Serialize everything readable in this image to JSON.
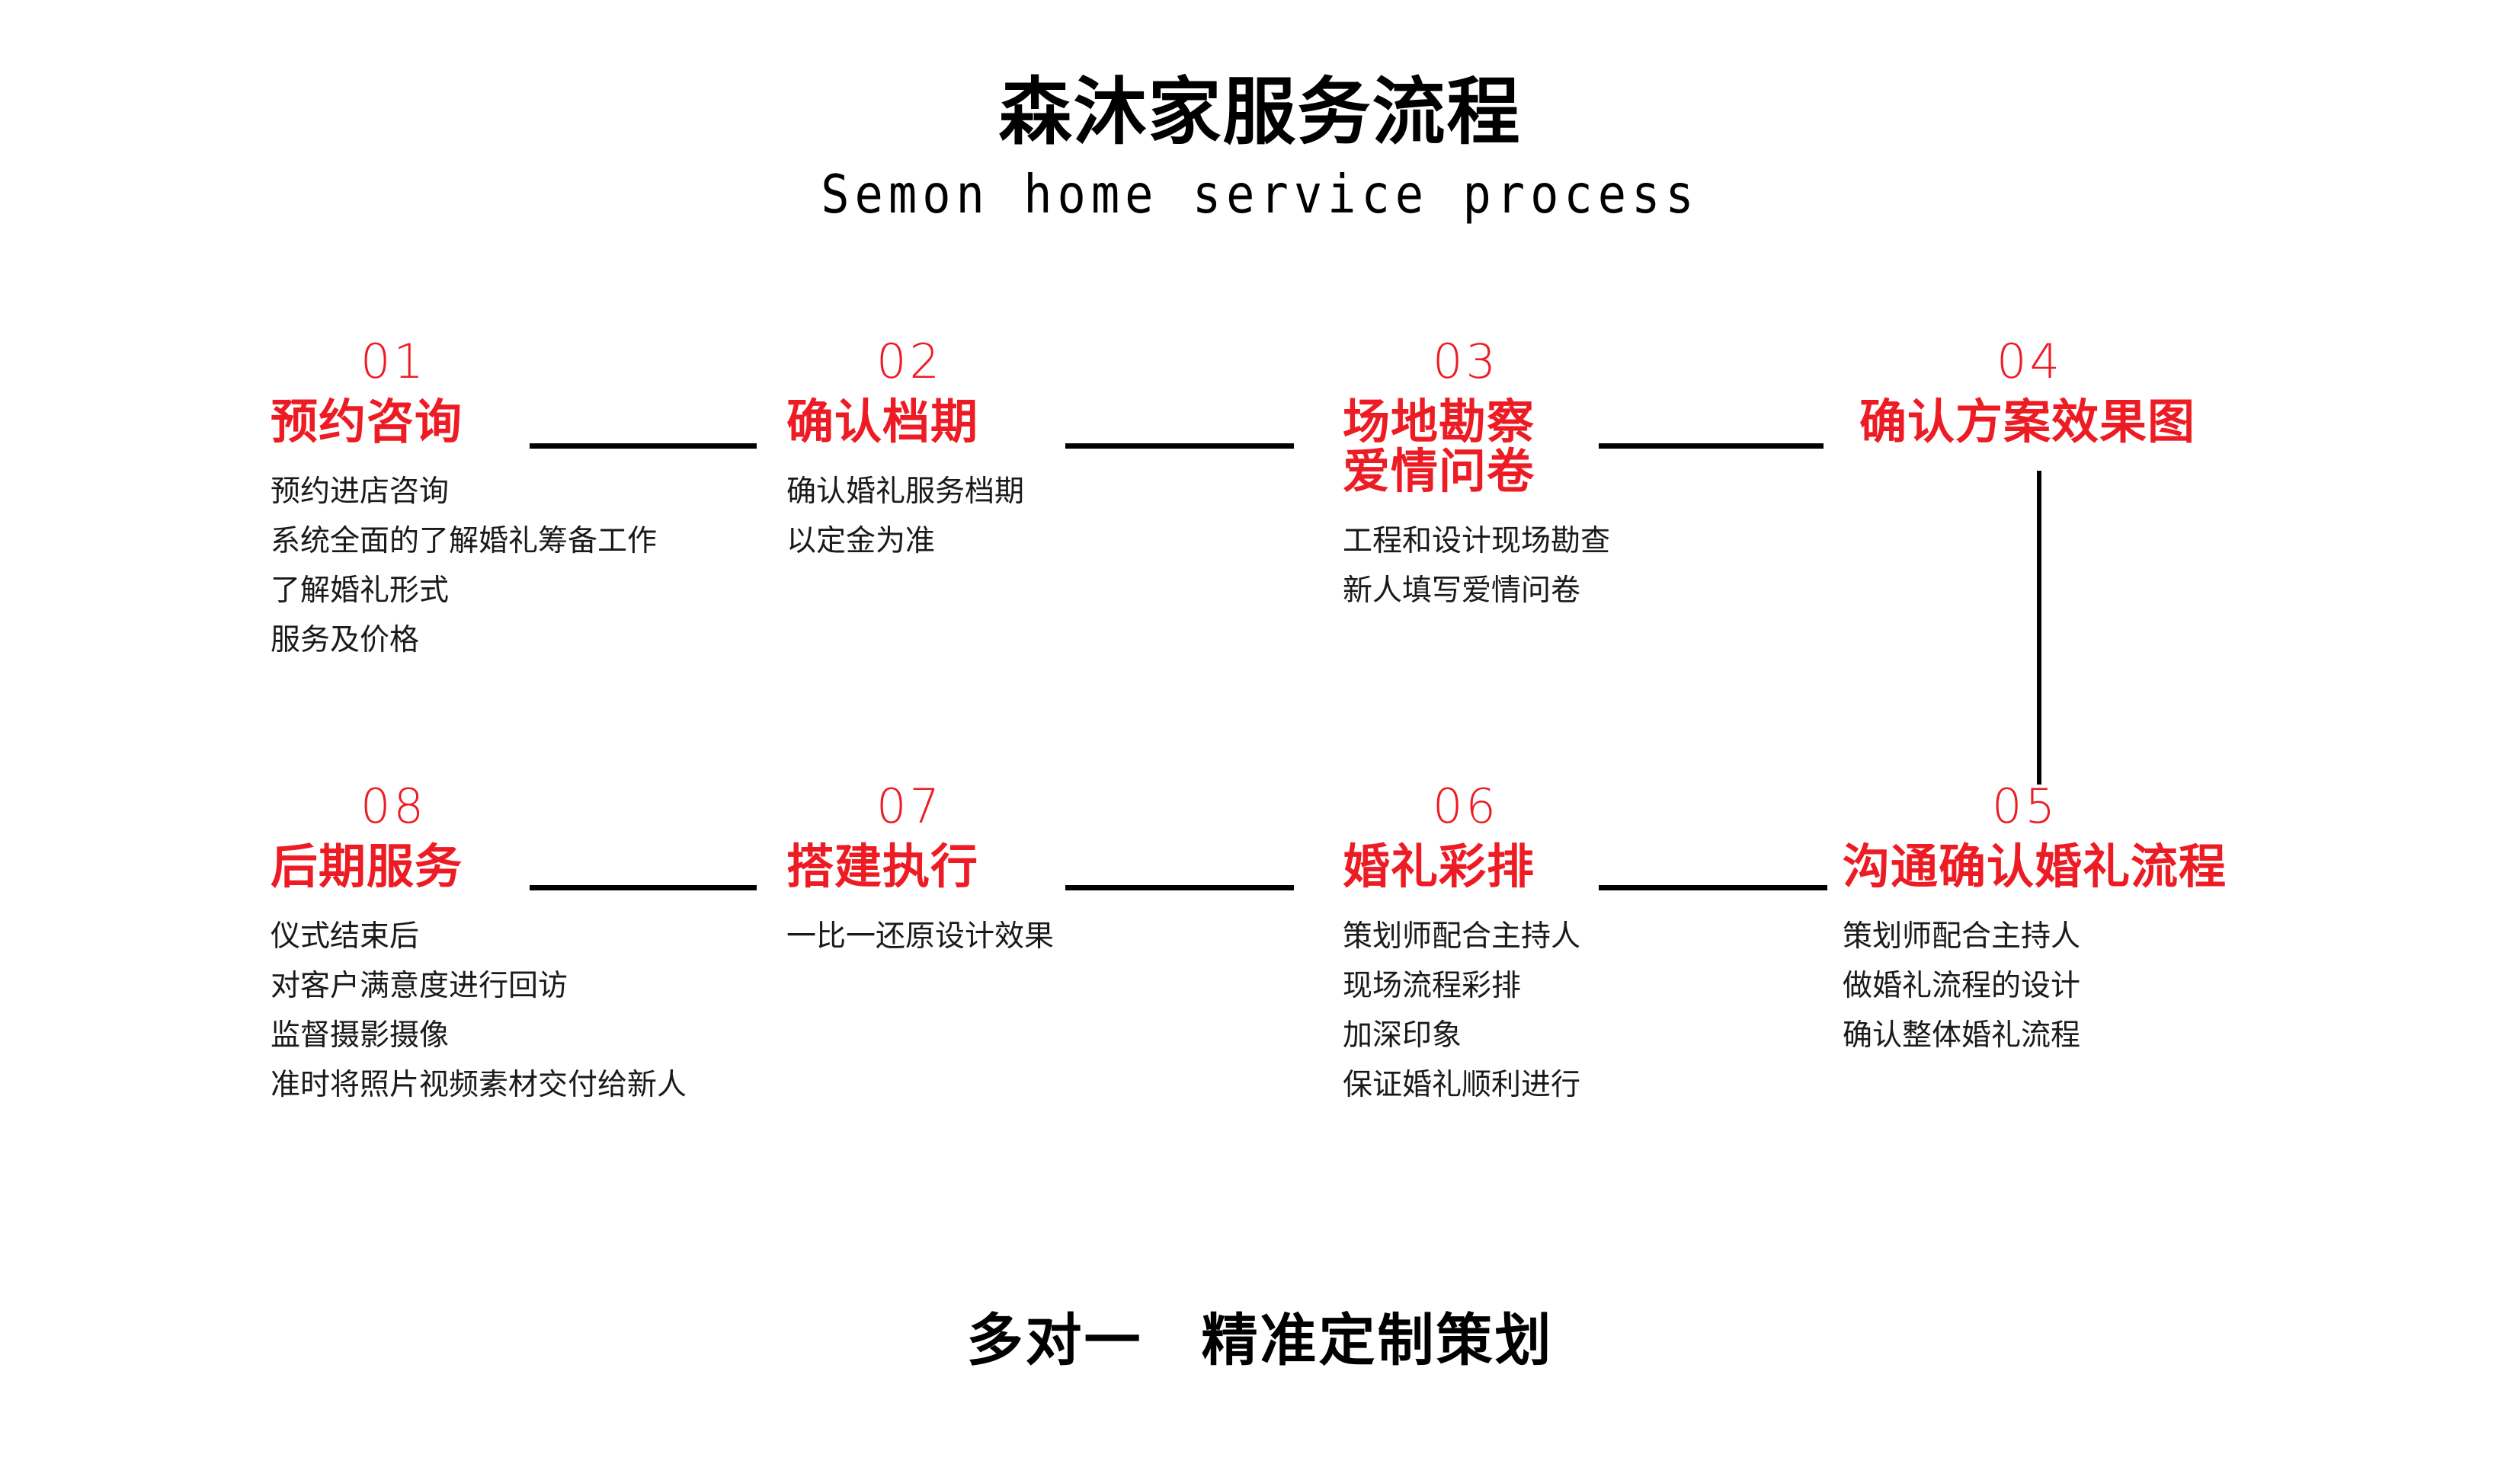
{
  "header": {
    "title_cn": "森沐家服务流程",
    "title_en": "Semon home service process"
  },
  "colors": {
    "accent_red": "#ED1C24",
    "text_black": "#000000",
    "background": "#FFFFFF"
  },
  "steps": [
    {
      "number": "01",
      "title_line1": "预约咨询",
      "title_line2": "",
      "details": [
        "预约进店咨询",
        "系统全面的了解婚礼筹备工作",
        "了解婚礼形式",
        "服务及价格"
      ]
    },
    {
      "number": "02",
      "title_line1": "确认档期",
      "title_line2": "",
      "details": [
        "确认婚礼服务档期",
        "以定金为准"
      ]
    },
    {
      "number": "03",
      "title_line1": "场地勘察",
      "title_line2": "爱情问卷",
      "details": [
        "工程和设计现场勘查",
        "新人填写爱情问卷"
      ]
    },
    {
      "number": "04",
      "title_line1": "确认方案效果图",
      "title_line2": "",
      "details": []
    },
    {
      "number": "05",
      "title_line1": "沟通确认婚礼流程",
      "title_line2": "",
      "details": [
        "策划师配合主持人",
        "做婚礼流程的设计",
        "确认整体婚礼流程"
      ]
    },
    {
      "number": "06",
      "title_line1": "婚礼彩排",
      "title_line2": "",
      "details": [
        "策划师配合主持人",
        "现场流程彩排",
        "加深印象",
        "保证婚礼顺利进行"
      ]
    },
    {
      "number": "07",
      "title_line1": "搭建执行",
      "title_line2": "",
      "details": [
        "一比一还原设计效果"
      ]
    },
    {
      "number": "08",
      "title_line1": "后期服务",
      "title_line2": "",
      "details": [
        "仪式结束后",
        "对客户满意度进行回访",
        "监督摄影摄像",
        "准时将照片视频素材交付给新人"
      ]
    }
  ],
  "footer": {
    "text": "多对一　精准定制策划"
  }
}
